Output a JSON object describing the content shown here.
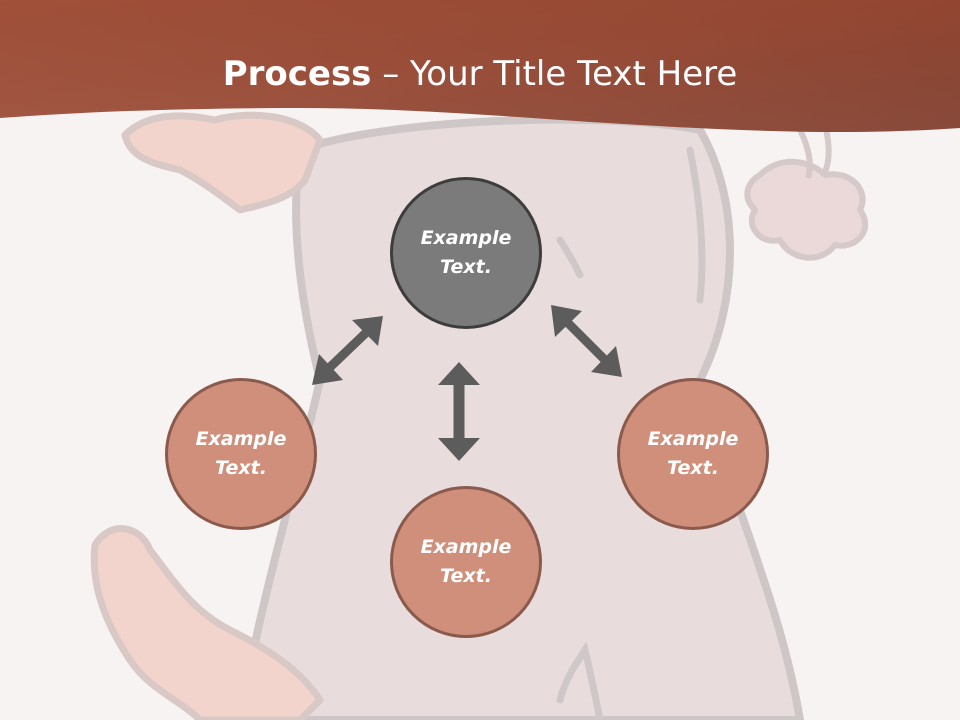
{
  "slide": {
    "title_bold": "Process",
    "title_rest": " – Your Title Text Here"
  },
  "nodes": {
    "top": "Example Text.",
    "left": "Example Text.",
    "bottom": "Example Text.",
    "right": "Example Text."
  },
  "colors": {
    "banner": "#a9543c",
    "node_gray": "#7b7b7b",
    "node_terracotta": "#cf8f7b",
    "arrow": "#5c5c5c"
  },
  "icons": {
    "arrows": "double-headed-arrow-icon",
    "background": "cartoon-character-illustration"
  }
}
